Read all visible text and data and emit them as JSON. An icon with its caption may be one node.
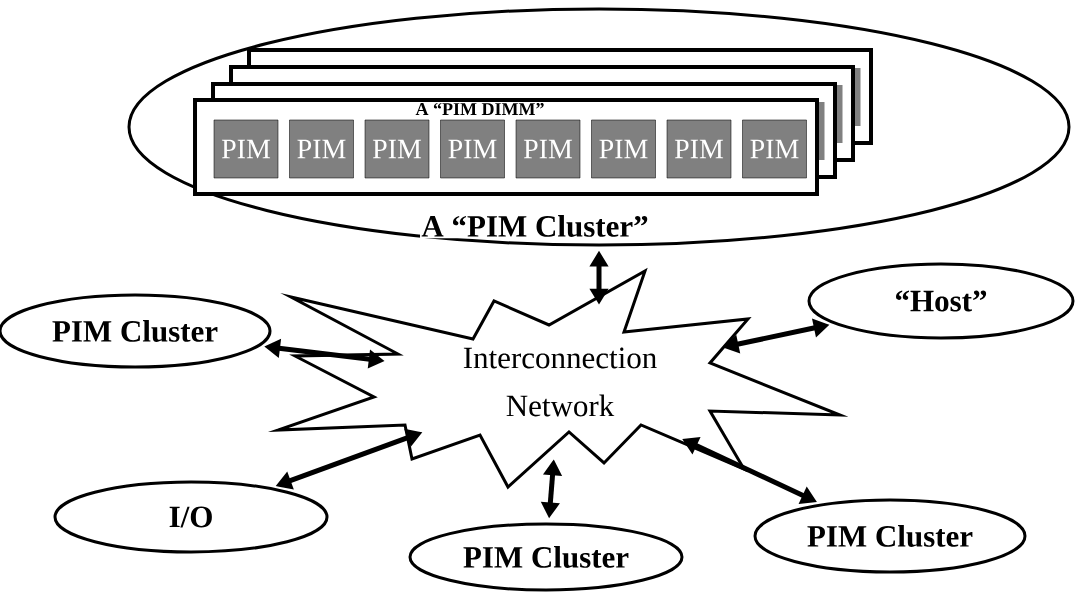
{
  "diagram": {
    "nodes": [
      {
        "text": [
          "A “PIM Cluster”"
        ]
      },
      {
        "text": [
          "A “PIM DIMM”"
        ],
        "in": 0
      },
      {
        "text": [
          "PIM"
        ],
        "in": 1
      },
      {
        "text": [
          "PIM"
        ],
        "in": 1
      },
      {
        "text": [
          "PIM"
        ],
        "in": 1
      },
      {
        "text": [
          "PIM"
        ],
        "in": 1
      },
      {
        "text": [
          "PIM"
        ],
        "in": 1
      },
      {
        "text": [
          "PIM"
        ],
        "in": 1
      },
      {
        "text": [
          "PIM"
        ],
        "in": 1
      },
      {
        "text": [
          "PIM"
        ],
        "in": 1
      },
      {
        "text": [
          "PIM Cluster"
        ]
      },
      {
        "text": [
          "“Host”"
        ]
      },
      {
        "text": [
          "Interconnection Network"
        ]
      },
      {
        "text": [
          "I/O"
        ]
      },
      {
        "text": [
          "PIM Cluster"
        ]
      },
      {
        "text": [
          "PIM Cluster"
        ]
      }
    ],
    "edges": [
      {
        "from": 0,
        "to": 12,
        "arrow": "both"
      },
      {
        "from": 10,
        "to": 12,
        "arrow": "both"
      },
      {
        "from": 11,
        "to": 12,
        "arrow": "both"
      },
      {
        "from": 13,
        "to": 12,
        "arrow": "both"
      },
      {
        "from": 14,
        "to": 12,
        "arrow": "both"
      },
      {
        "from": 15,
        "to": 12,
        "arrow": "both"
      }
    ]
  }
}
